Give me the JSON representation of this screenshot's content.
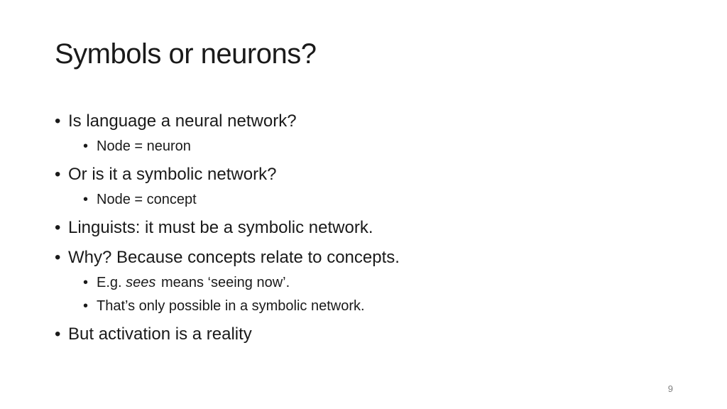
{
  "slide": {
    "title": "Symbols or neurons?",
    "bullet_char": "•",
    "page_number": "9",
    "colors": {
      "background": "#ffffff",
      "text": "#1a1a1a",
      "page_number": "#808080"
    },
    "bullets": [
      {
        "level": 1,
        "text": "Is language a neural network?"
      },
      {
        "level": 2,
        "text": "Node = neuron"
      },
      {
        "level": 1,
        "text": "Or is it a symbolic network?"
      },
      {
        "level": 2,
        "text": "Node = concept"
      },
      {
        "level": 1,
        "text": "Linguists: it must be a symbolic network."
      },
      {
        "level": 1,
        "text": "Why? Because concepts relate to concepts."
      },
      {
        "level": 2,
        "segments": [
          {
            "text": "E.g. ",
            "italic": false
          },
          {
            "text": "sees",
            "italic": true
          },
          {
            "text": " means ‘seeing now’.",
            "italic": false
          }
        ]
      },
      {
        "level": 2,
        "text": "That’s only possible in a symbolic network."
      },
      {
        "level": 1,
        "text": "But activation is a reality"
      }
    ]
  }
}
